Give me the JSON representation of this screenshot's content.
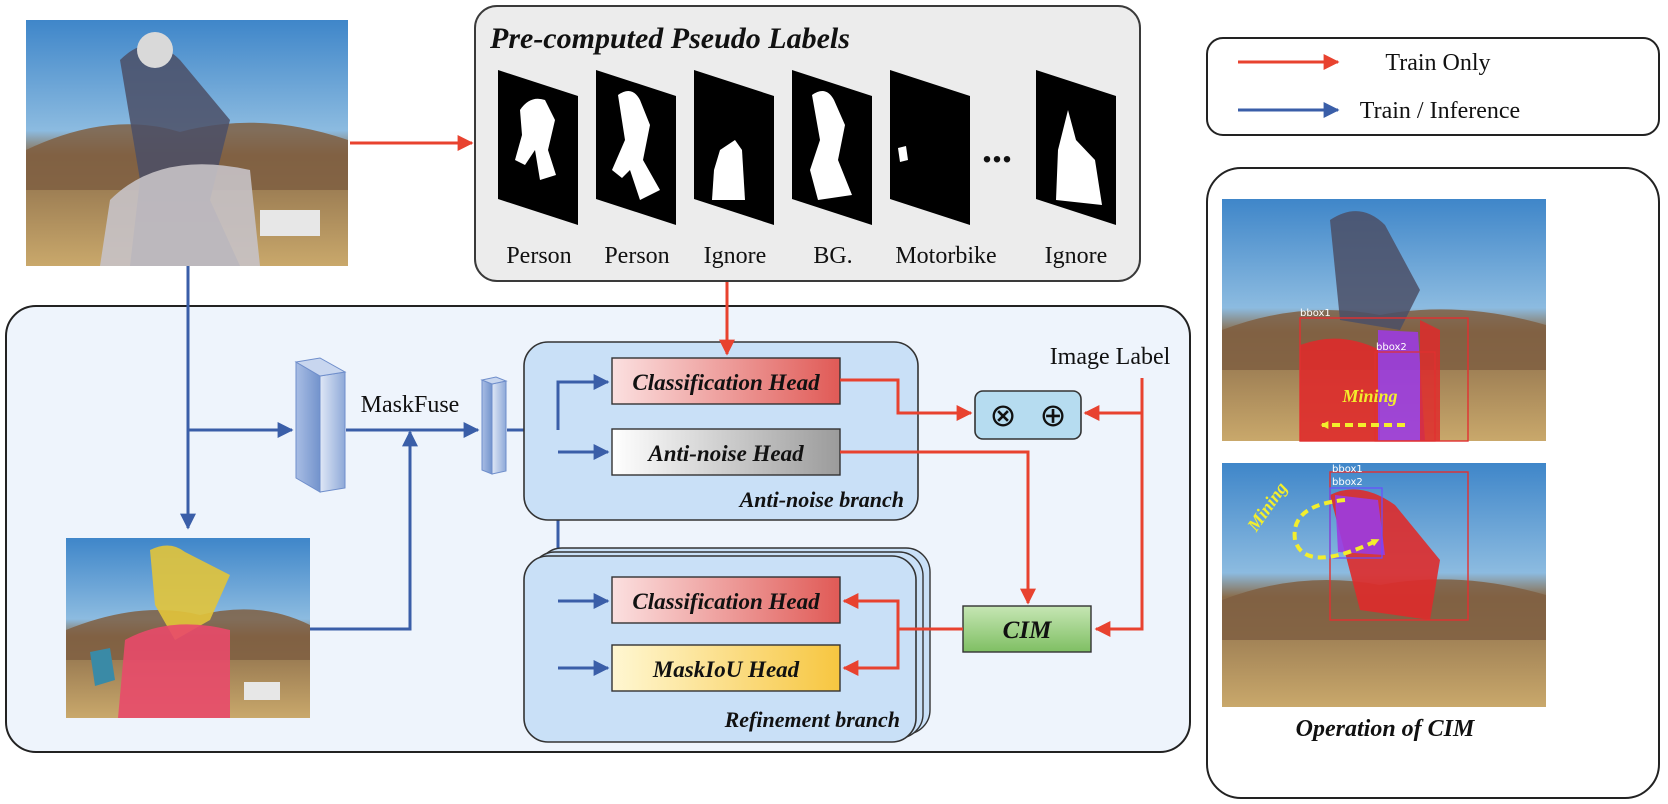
{
  "pseudo_panel": {
    "title": "Pre-computed Pseudo Labels",
    "labels": [
      "Person",
      "Person",
      "Ignore",
      "BG.",
      "Motorbike",
      "Ignore"
    ],
    "ellipsis": "..."
  },
  "legend": {
    "train_only": "Train Only",
    "train_inference": "Train / Inference",
    "red_color": "#e8422f",
    "blue_color": "#3a5ea8"
  },
  "main": {
    "maskfuse_label": "MaskFuse",
    "image_label": "Image Label",
    "op_symbols": [
      "⊗",
      "⊕"
    ],
    "antinoise_branch": {
      "label": "Anti-noise branch",
      "cls_head": "Classification Head",
      "antinoise_head": "Anti-noise Head"
    },
    "refinement_branch": {
      "label": "Refinement branch",
      "cls_head": "Classification Head",
      "maskiou_head": "MaskIoU Head"
    },
    "cim_label": "CIM"
  },
  "cim_panel": {
    "caption": "Operation of CIM",
    "top_image": {
      "bbox1": "bbox1",
      "bbox2": "bbox2",
      "mining": "Mining"
    },
    "bottom_image": {
      "bbox1": "bbox1",
      "bbox2": "bbox2",
      "mining": "Mining"
    }
  }
}
